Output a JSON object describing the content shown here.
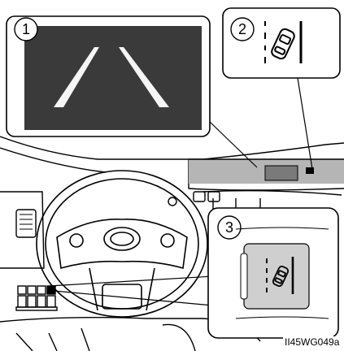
{
  "callouts": [
    {
      "number": "1",
      "subject": "lane-camera-view"
    },
    {
      "number": "2",
      "subject": "indicator-lane-departure"
    },
    {
      "number": "3",
      "subject": "lda-switch"
    }
  ],
  "figure_code": "II45WG049a",
  "colors": {
    "line": "#000000",
    "screen": "#3a3a3a",
    "lane_markings": "#ffffff",
    "switch_face": "#cfcfcf",
    "dash_panel": "#b5b5b5"
  },
  "icons": [
    "lane-departure-car-icon",
    "steering-wheel-icon",
    "lda-switch-icon"
  ]
}
